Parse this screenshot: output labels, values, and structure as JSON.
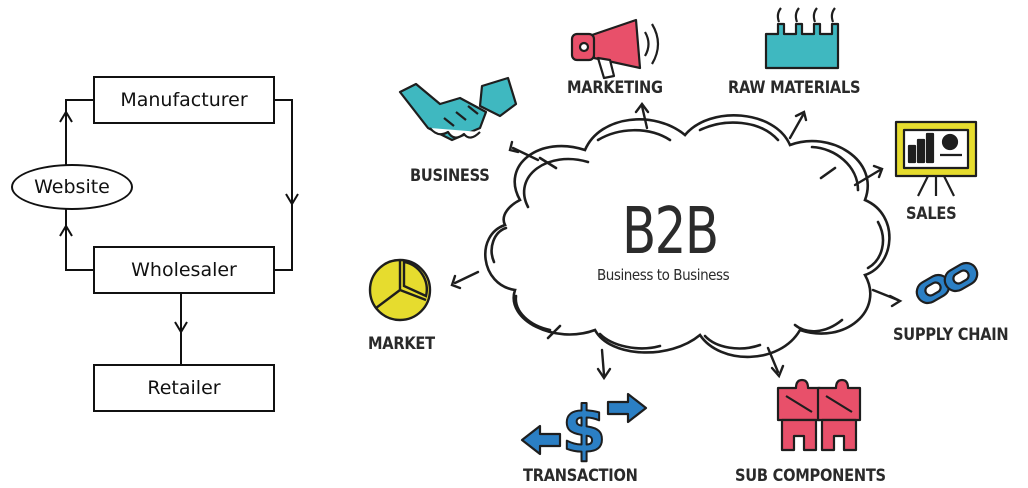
{
  "flow": {
    "manufacturer": "Manufacturer",
    "website": "Website",
    "wholesaler": "Wholesaler",
    "retailer": "Retailer"
  },
  "b2b": {
    "title": "B2B",
    "subtitle": "Business to Business",
    "items": {
      "marketing": "MARKETING",
      "raw_materials": "RAW MATERIALS",
      "business": "BUSINESS",
      "sales": "SALES",
      "market": "MARKET",
      "supply_chain": "SUPPLY CHAIN",
      "transaction": "TRANSACTION",
      "sub_components": "SUB COMPONENTS"
    }
  },
  "colors": {
    "teal": "#3fb8c0",
    "pink": "#e8506a",
    "yellow": "#e6dc2e",
    "blue": "#2b7fc4",
    "ink": "#1e1e1e"
  }
}
